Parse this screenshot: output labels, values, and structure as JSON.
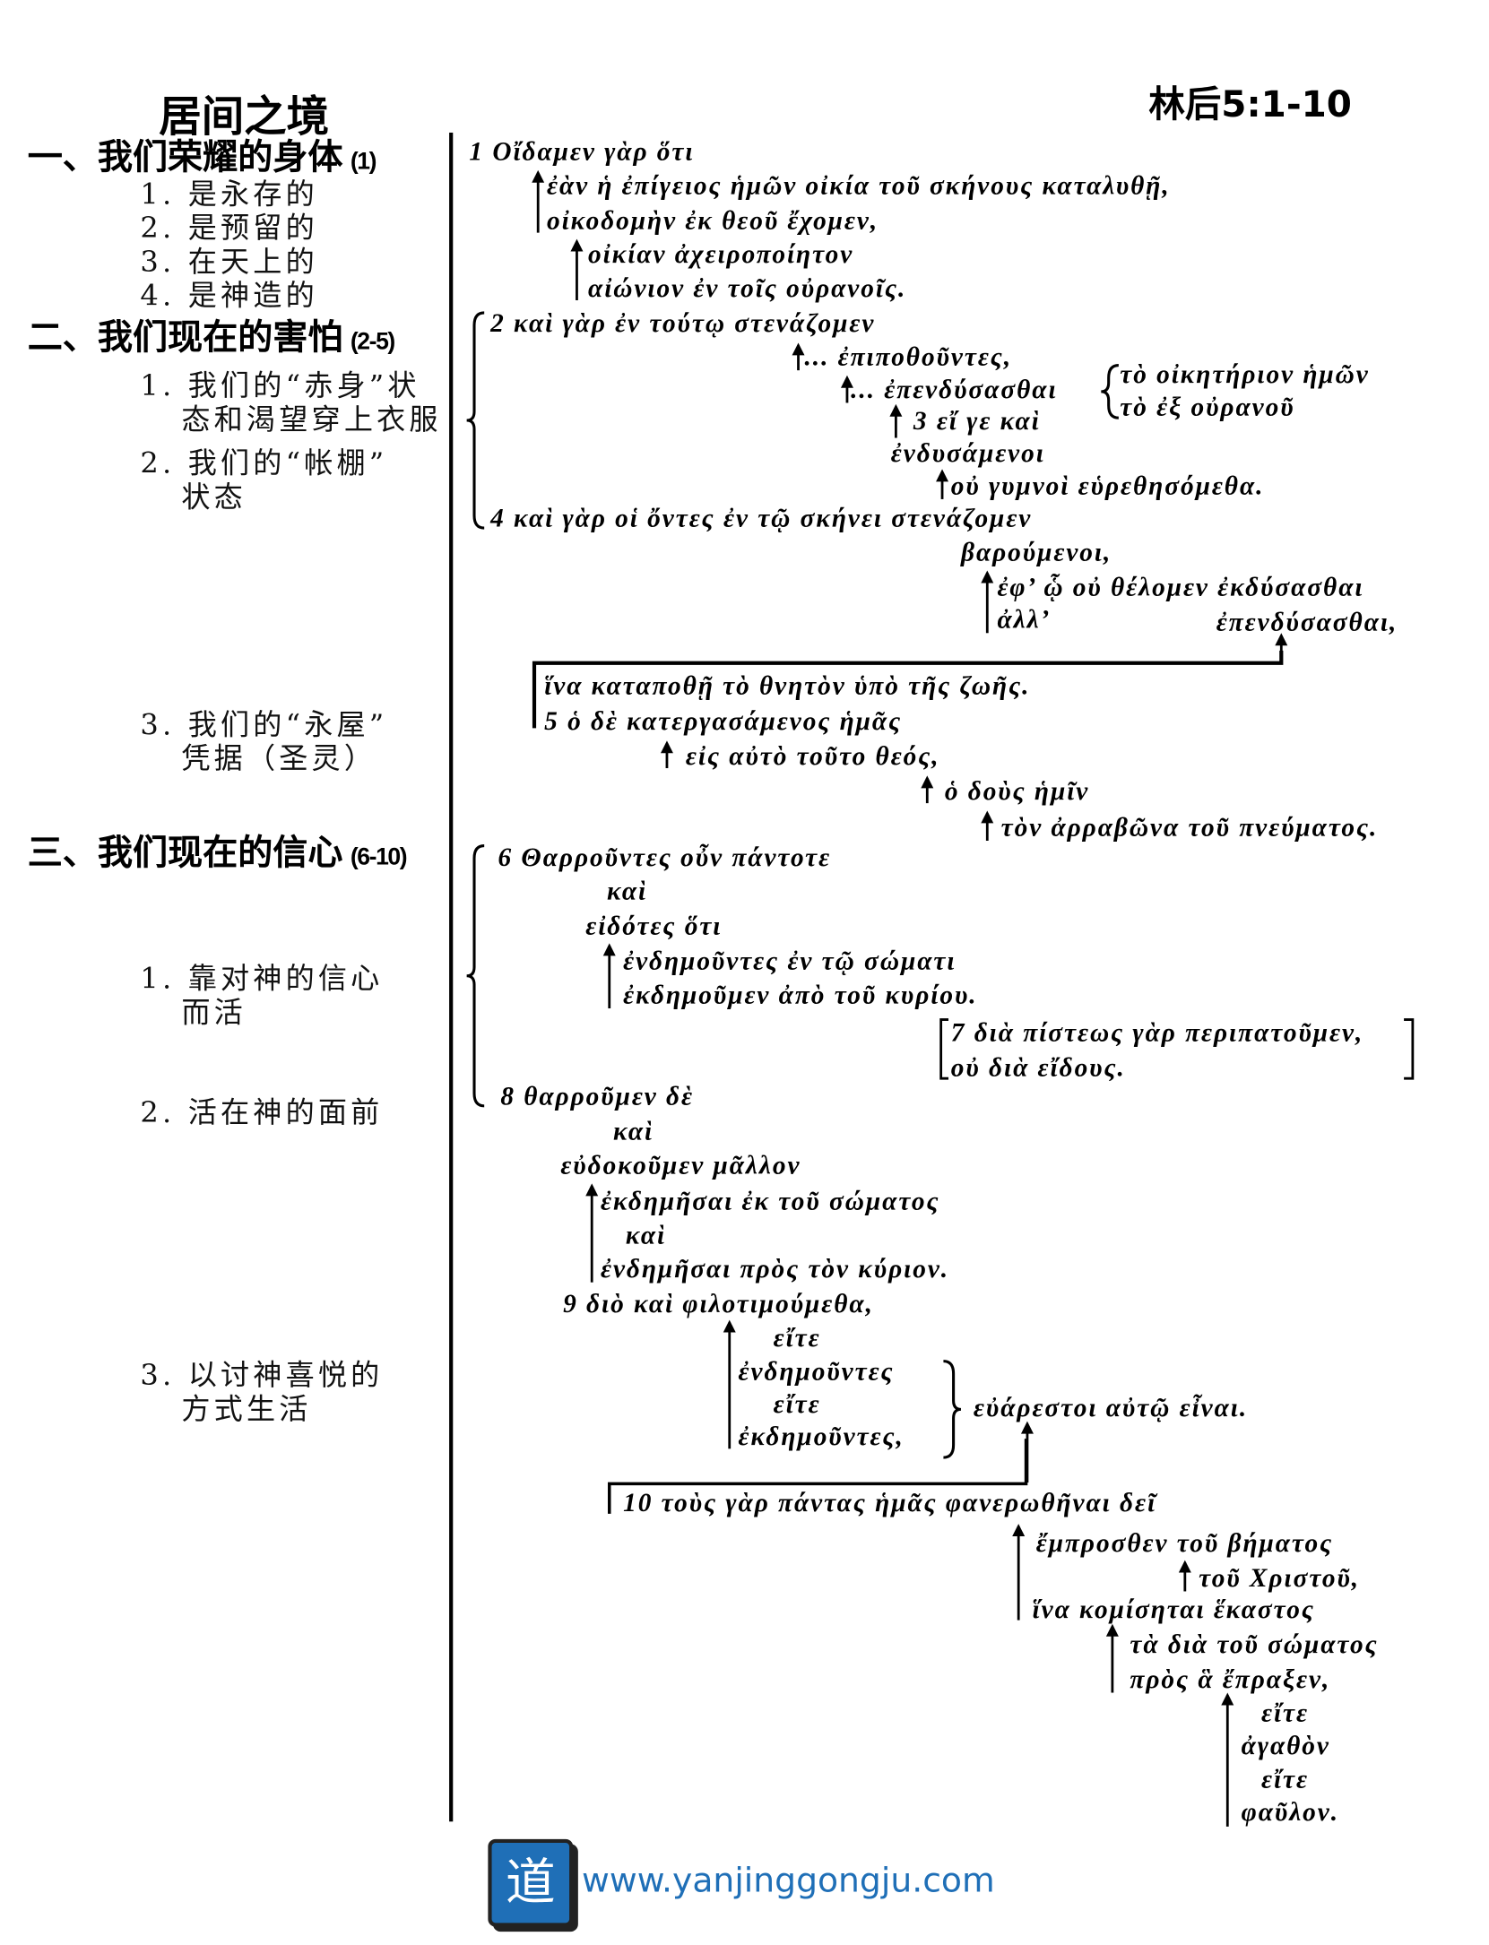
{
  "title": "居间之境",
  "reference": "林后5:1-10",
  "outline": [
    {
      "heading": "一、我们荣耀的身体",
      "verses": "(1)",
      "items": [
        [
          "1. 是永存的"
        ],
        [
          "2. 是预留的"
        ],
        [
          "3. 在天上的"
        ],
        [
          "4. 是神造的"
        ]
      ]
    },
    {
      "heading": "二、我们现在的害怕",
      "verses": "(2-5)",
      "items": [
        [
          "1. 我们的“赤身”状",
          "态和渴望穿上衣服"
        ],
        [
          "2. 我们的“帐棚”",
          "状态"
        ],
        [
          "3. 我们的“永屋”",
          "凭据（圣灵）"
        ]
      ]
    },
    {
      "heading": "三、我们现在的信心",
      "verses": "(6-10)",
      "items": [
        [
          "1. 靠对神的信心",
          "而活"
        ],
        [
          "2. 活在神的面前"
        ],
        [
          "3. 以讨神喜悦的",
          "方式生活"
        ]
      ]
    }
  ],
  "greek": [
    "1 Οἴδαμεν γὰρ ὅτι",
    "ἐὰν ἡ ἐπίγειος ἡμῶν οἰκία τοῦ σκήνους καταλυθῇ,",
    "οἰκοδομὴν ἐκ θεοῦ ἔχομεν,",
    "οἰκίαν ἀχειροποίητον",
    "αἰώνιον ἐν τοῖς οὐρανοῖς.",
    "2 καὶ γὰρ ἐν τούτῳ στενάζομεν",
    "... ἐπιποθοῦντες,",
    "... ἐπενδύσασθαι",
    "τὸ οἰκητήριον ἡμῶν",
    "τὸ ἐξ οὐρανοῦ",
    "3 εἴ γε καὶ",
    "ἐνδυσάμενοι",
    "οὐ γυμνοὶ εὑρεθησόμεθα.",
    "4 καὶ γὰρ οἱ ὄντες ἐν τῷ σκήνει στενάζομεν",
    "βαρούμενοι,",
    "ἐφ’ ᾧ οὐ θέλομεν ἐκδύσασθαι",
    "ἀλλ’",
    "ἐπενδύσασθαι,",
    "ἵνα καταποθῇ τὸ θνητὸν ὑπὸ τῆς ζωῆς.",
    "5 ὁ δὲ κατεργασάμενος ἡμᾶς",
    "εἰς αὐτὸ τοῦτο θεός,",
    "ὁ δοὺς ἡμῖν",
    "τὸν ἀρραβῶνα τοῦ πνεύματος.",
    "6 Θαρροῦντες οὖν πάντοτε",
    "καὶ",
    "εἰδότες ὅτι",
    "ἐνδημοῦντες ἐν τῷ σώματι",
    "ἐκδημοῦμεν ἀπὸ τοῦ κυρίου.",
    "7 διὰ πίστεως γὰρ περιπατοῦμεν,",
    "οὐ διὰ εἴδους.",
    "8 θαρροῦμεν δὲ",
    "καὶ",
    "εὐδοκοῦμεν μᾶλλον",
    "ἐκδημῆσαι ἐκ τοῦ σώματος",
    "καὶ",
    "ἐνδημῆσαι πρὸς τὸν κύριον.",
    "9 διὸ καὶ φιλοτιμούμεθα,",
    "εἴτε",
    "ἐνδημοῦντες",
    "εἴτε",
    "ἐκδημοῦντες,",
    "εὐάρεστοι αὐτῷ εἶναι.",
    "10 τοὺς γὰρ πάντας ἡμᾶς φανερωθῆναι δεῖ",
    "ἔμπροσθεν τοῦ βήματος",
    "τοῦ Χριστοῦ,",
    "ἵνα κομίσηται ἕκαστος",
    "τὰ διὰ τοῦ σώματος",
    "πρὸς ἃ ἔπραξεν,",
    "εἴτε",
    "ἀγαθὸν",
    "εἴτε",
    "φαῦλον."
  ],
  "footer": {
    "logo_char": "道",
    "url": "www.yanjinggongju.com"
  },
  "colors": {
    "text": "#000000",
    "brand_blue": "#1f6fb7"
  }
}
